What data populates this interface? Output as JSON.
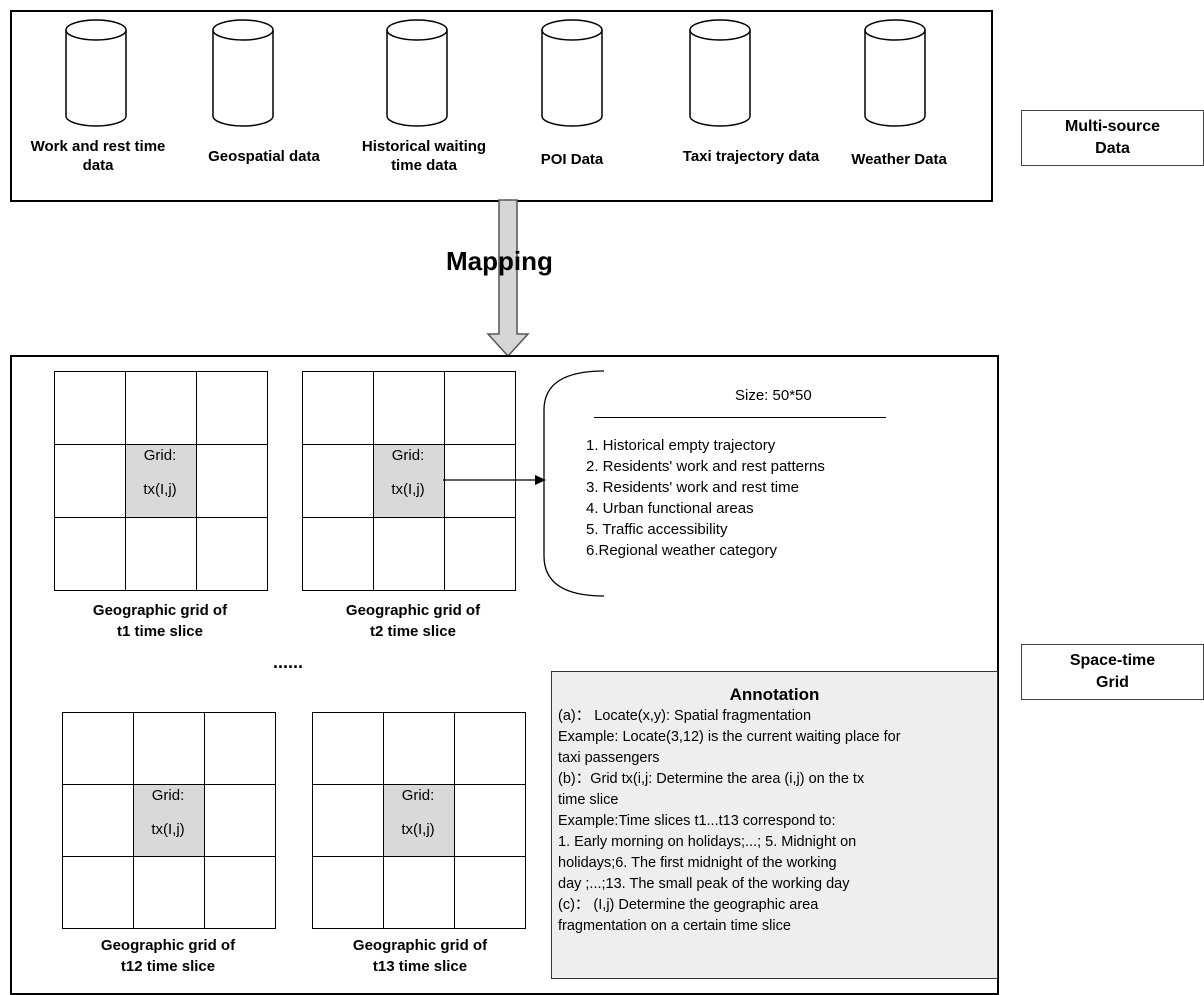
{
  "top_box": {
    "sources": [
      {
        "id": "work",
        "label": "Work and rest time data"
      },
      {
        "id": "geo",
        "label": "Geospatial data"
      },
      {
        "id": "hist",
        "label": "Historical waiting time data"
      },
      {
        "id": "poi",
        "label": "POI Data"
      },
      {
        "id": "taxi",
        "label": "Taxi trajectory data"
      },
      {
        "id": "weather",
        "label": "Weather Data"
      }
    ]
  },
  "side_labels": {
    "multi_source": "Multi-source Data",
    "space_time": "Space-time Grid"
  },
  "mapping_label": "Mapping",
  "grids": [
    {
      "cell_line1": "Grid:",
      "cell_line2": "tx(I,j)",
      "caption_line1": "Geographic grid of",
      "caption_line2": "t1 time slice"
    },
    {
      "cell_line1": "Grid:",
      "cell_line2": "tx(I,j)",
      "caption_line1": "Geographic grid of",
      "caption_line2": "t2 time slice"
    },
    {
      "cell_line1": "Grid:",
      "cell_line2": "tx(I,j)",
      "caption_line1": "Geographic grid of",
      "caption_line2": "t12 time slice"
    },
    {
      "cell_line1": "Grid:",
      "cell_line2": "tx(I,j)",
      "caption_line1": "Geographic grid of",
      "caption_line2": "t13 time slice"
    }
  ],
  "ellipsis": "......",
  "feature_panel": {
    "size_label": "Size: 50*50",
    "items": [
      "1. Historical empty trajectory",
      "2. Residents' work and rest patterns",
      "3. Residents' work and rest time",
      "4. Urban functional areas",
      "5. Traffic accessibility",
      "6.Regional weather category"
    ]
  },
  "annotation": {
    "title": "Annotation",
    "lines": [
      "(a)： Locate(x,y): Spatial fragmentation",
      "Example: Locate(3,12) is the current waiting place for",
      "taxi passengers",
      "(b)：Grid tx(i,j: Determine the area (i,j) on the tx",
      "time slice",
      "Example:Time slices t1...t13 correspond to:",
      "1. Early morning on holidays;...; 5. Midnight on",
      "holidays;6. The first midnight of the working",
      "day ;...;13. The small peak of the working day",
      "(c)： (I,j) Determine the geographic area",
      "fragmentation on a certain time slice"
    ]
  }
}
